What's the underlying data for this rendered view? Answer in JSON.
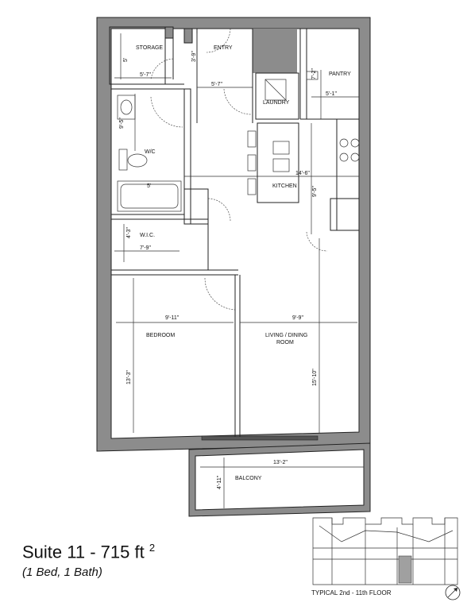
{
  "rooms": {
    "storage": "STORAGE",
    "entry": "ENTRY",
    "pantry": "PANTRY",
    "laundry": "LAUNDRY",
    "wc": "W/C",
    "kitchen": "KITCHEN",
    "wic": "W.I.C.",
    "bedroom": "BEDROOM",
    "living_line1": "LIVING / DINING",
    "living_line2": "ROOM",
    "balcony": "BALCONY"
  },
  "dimensions": {
    "storage_v": "5'",
    "storage_h": "5'-7\"",
    "entry_v": "3'-9\"",
    "entry_h": "5'-7\"",
    "pantry_v": "7'-2\"",
    "pantry_h": "5'-1\"",
    "bath_v": "9'-5\"",
    "tub": "5'",
    "kitchen_h": "14'-6\"",
    "kitchen_v": "9'-5\"",
    "wic_v": "4'-3\"",
    "wic_h": "7'-9\"",
    "bedroom_h": "9'-11\"",
    "bedroom_v": "13'-3\"",
    "living_h": "9'-9\"",
    "living_v": "15'-10\"",
    "balcony_h": "13'-2\"",
    "balcony_v": "4'-11\""
  },
  "suite": {
    "title": "Suite 11 - 715 ft",
    "title_sup": "2",
    "subtitle": "(1 Bed, 1 Bath)"
  },
  "key_plan": {
    "label": "TYPICAL 2nd - 11th FLOOR"
  },
  "icons": {
    "north_arrow": "compass-icon"
  }
}
